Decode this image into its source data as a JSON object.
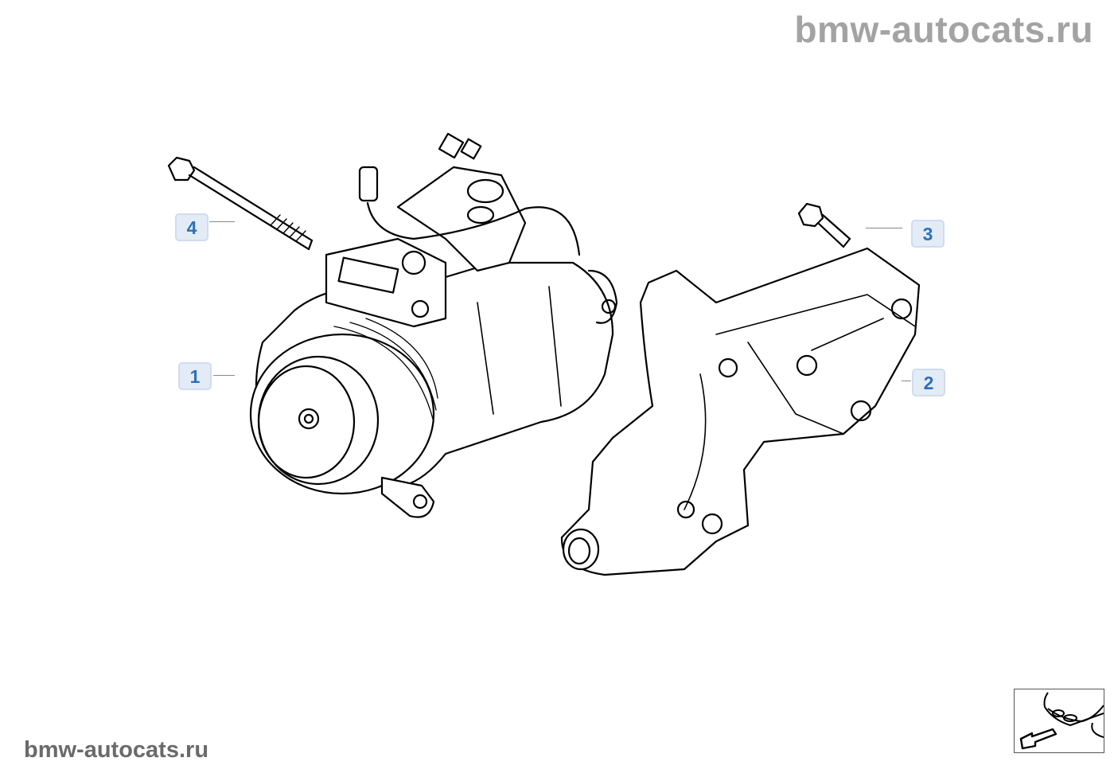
{
  "watermark_top": "bmw-autocats.ru",
  "watermark_bottom": "bmw-autocats.ru",
  "callouts": [
    {
      "id": "1",
      "part": "compressor"
    },
    {
      "id": "2",
      "part": "bracket"
    },
    {
      "id": "3",
      "part": "bolt-short"
    },
    {
      "id": "4",
      "part": "bolt-long"
    }
  ],
  "colors": {
    "callout_text": "#2f6fba",
    "callout_bg": "#e3ecf6",
    "watermark": "#a3a3a3"
  },
  "nav_icon": "vehicle-front-arrow-icon"
}
